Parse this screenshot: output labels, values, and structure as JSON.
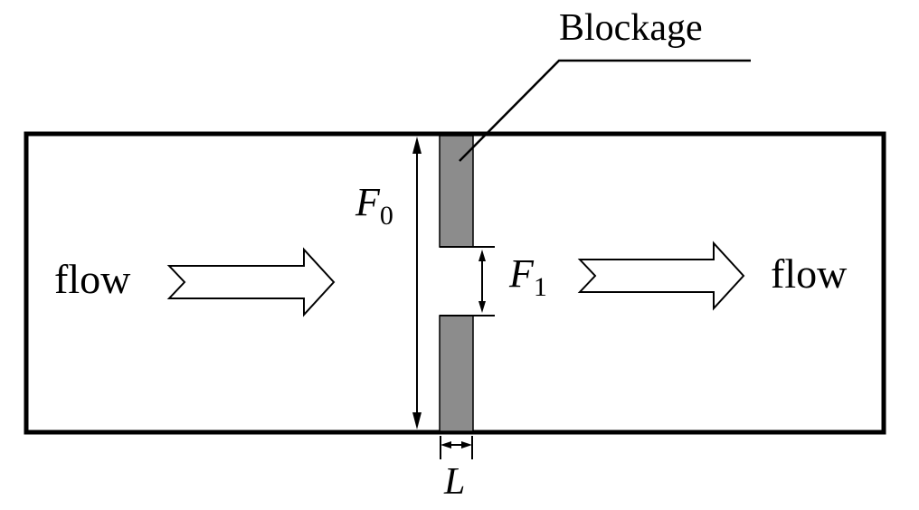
{
  "diagram": {
    "title_label": "Blockage",
    "flow_left": "flow",
    "flow_right": "flow",
    "f0": {
      "base": "F",
      "sub": "0"
    },
    "f1": {
      "base": "F",
      "sub": "1"
    },
    "length_label": "L",
    "colors": {
      "background": "#ffffff",
      "line": "#000000",
      "blockage_fill": "#8c8c8c"
    }
  }
}
